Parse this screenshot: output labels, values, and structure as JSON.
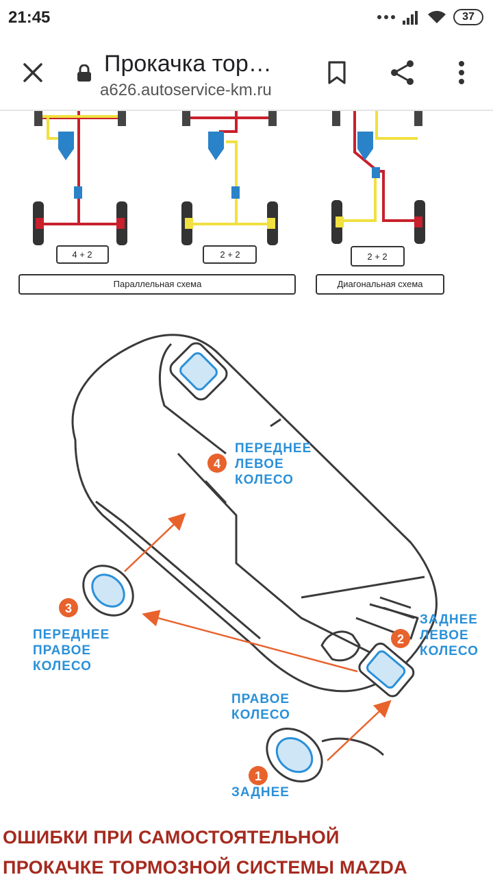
{
  "status_bar": {
    "time": "21:45",
    "battery": "37",
    "icons": [
      "more-dots-icon",
      "signal-icon",
      "wifi-icon",
      "battery-icon"
    ]
  },
  "toolbar": {
    "page_title": "Прокачка тор…",
    "url": "a626.autoservice-km.ru",
    "icons": [
      "close-icon",
      "lock-icon",
      "bookmark-icon",
      "share-icon",
      "overflow-menu-icon"
    ]
  },
  "scheme_diagram": {
    "labels": [
      "4 + 2",
      "2 + 2",
      "2 + 2"
    ],
    "parallel_caption": "Параллельная схема",
    "diagonal_caption": "Диагональная схема",
    "colors": {
      "red_line": "#c8202c",
      "yellow_line": "#f0e040",
      "blue_component": "#2a82c8"
    }
  },
  "bleed_diagram": {
    "callouts": [
      {
        "number": "1",
        "lines": [
          "ЗАДНЕЕ",
          "ПРАВОЕ",
          "КОЛЕСО"
        ]
      },
      {
        "number": "2",
        "lines": [
          "ЗАДНЕЕ",
          "ЛЕВОЕ",
          "КОЛЕСО"
        ]
      },
      {
        "number": "3",
        "lines": [
          "ПЕРЕДНЕЕ",
          "ПРАВОЕ",
          "КОЛЕСО"
        ]
      },
      {
        "number": "4",
        "lines": [
          "ПЕРЕДНЕЕ",
          "ЛЕВОЕ",
          "КОЛЕСО"
        ]
      }
    ],
    "colors": {
      "arrow": "#e8622c",
      "number_badge": "#e8622c",
      "text": "#2a90d8",
      "outline": "#3a3a3a"
    }
  },
  "article": {
    "heading_line1": "ОШИБКИ ПРИ САМОСТОЯТЕЛЬНОЙ",
    "heading_line2": "ПРОКАЧКЕ ТОРМОЗНОЙ СИСТЕМЫ MAZDA"
  }
}
